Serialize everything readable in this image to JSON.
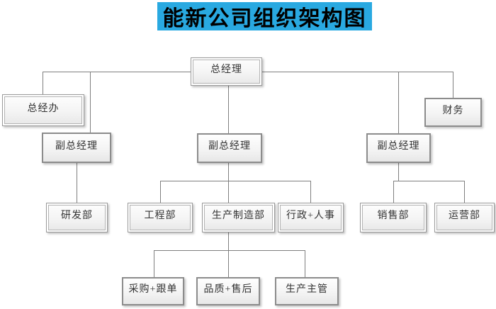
{
  "title": {
    "text": "能新公司组织架构图"
  },
  "colors": {
    "connector": "#7f7f7f",
    "node_border": "#8c8c8c",
    "node_text": "#333333",
    "title_bg": "#29a9e1",
    "title_text": "#000000",
    "node_fill_top": "#fefefe",
    "node_fill_bottom": "#e7e7e7",
    "page_bg": "#ffffff"
  },
  "nodes": [
    {
      "id": "gm",
      "label": "总经理",
      "level": 1
    },
    {
      "id": "gm-office",
      "label": "总经办",
      "level": 2
    },
    {
      "id": "finance",
      "label": "财务",
      "level": 2
    },
    {
      "id": "deputy-gm-left",
      "label": "副总经理",
      "level": 2
    },
    {
      "id": "deputy-gm-mid",
      "label": "副总经理",
      "level": 2
    },
    {
      "id": "deputy-gm-right",
      "label": "副总经理",
      "level": 2
    },
    {
      "id": "rd-dept",
      "label": "研发部",
      "level": 3
    },
    {
      "id": "engineering-dept",
      "label": "工程部",
      "level": 3
    },
    {
      "id": "production-dept",
      "label": "生产制造部",
      "level": 3
    },
    {
      "id": "admin-hr",
      "label": "行政+人事",
      "level": 3
    },
    {
      "id": "sales-dept",
      "label": "销售部",
      "level": 3
    },
    {
      "id": "operations-dept",
      "label": "运营部",
      "level": 3
    },
    {
      "id": "purchasing-merchandising",
      "label": "采购+跟单",
      "level": 4
    },
    {
      "id": "quality-aftersales",
      "label": "品质+售后",
      "level": 4
    },
    {
      "id": "production-supervisor",
      "label": "生产主管",
      "level": 4
    }
  ],
  "edges": [
    [
      "总经理",
      "总经办"
    ],
    [
      "总经理",
      "财务"
    ],
    [
      "总经理",
      "副总经理(左)"
    ],
    [
      "总经理",
      "副总经理(中)"
    ],
    [
      "总经理",
      "副总经理(右)"
    ],
    [
      "副总经理(左)",
      "研发部"
    ],
    [
      "副总经理(中)",
      "工程部"
    ],
    [
      "副总经理(中)",
      "生产制造部"
    ],
    [
      "副总经理(中)",
      "行政+人事"
    ],
    [
      "副总经理(右)",
      "销售部"
    ],
    [
      "副总经理(右)",
      "运营部"
    ],
    [
      "生产制造部",
      "采购+跟单"
    ],
    [
      "生产制造部",
      "品质+售后"
    ],
    [
      "生产制造部",
      "生产主管"
    ]
  ]
}
